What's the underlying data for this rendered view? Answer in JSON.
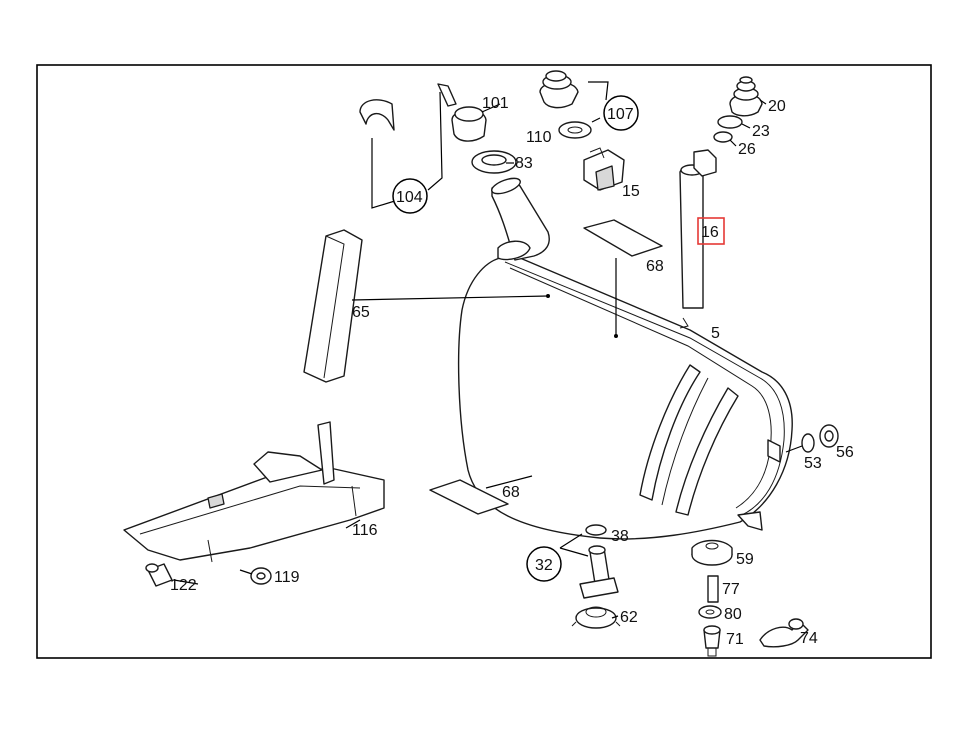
{
  "highlight_color": "#e53935",
  "labels": {
    "p101": "101",
    "p83": "83",
    "p110": "110",
    "p107": "107",
    "p15": "15",
    "p20": "20",
    "p23": "23",
    "p26": "26",
    "p16": "16",
    "p104": "104",
    "p68a": "68",
    "p65": "65",
    "p5": "5",
    "p53": "53",
    "p56": "56",
    "p68b": "68",
    "p116": "116",
    "p38": "38",
    "p32": "32",
    "p59": "59",
    "p77": "77",
    "p80": "80",
    "p62": "62",
    "p71": "71",
    "p74": "74",
    "p122": "122",
    "p119": "119"
  }
}
